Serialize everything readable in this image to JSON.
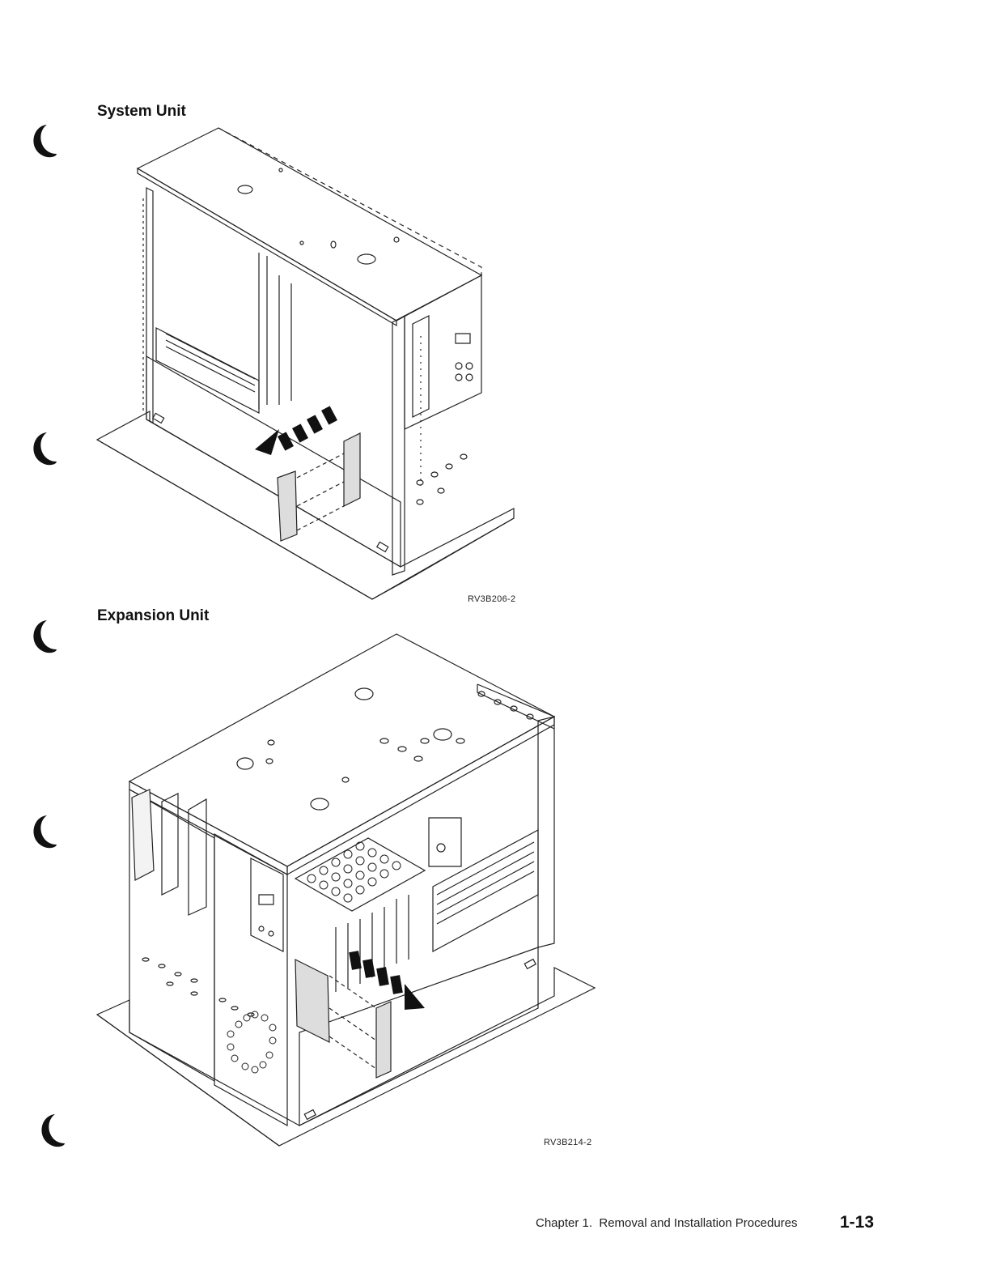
{
  "sections": [
    {
      "title": "System Unit",
      "figure_id": "RV3B206-2"
    },
    {
      "title": "Expansion Unit",
      "figure_id": "RV3B214-2"
    }
  ],
  "footer": {
    "chapter_text": "Chapter 1.  Removal and Installation Procedures",
    "page_number": "1-13"
  },
  "icons": {
    "binder_mark": "crescent-binder-icon",
    "system_unit": "system-unit-frame-illustration",
    "expansion_unit": "expansion-unit-frame-illustration"
  }
}
